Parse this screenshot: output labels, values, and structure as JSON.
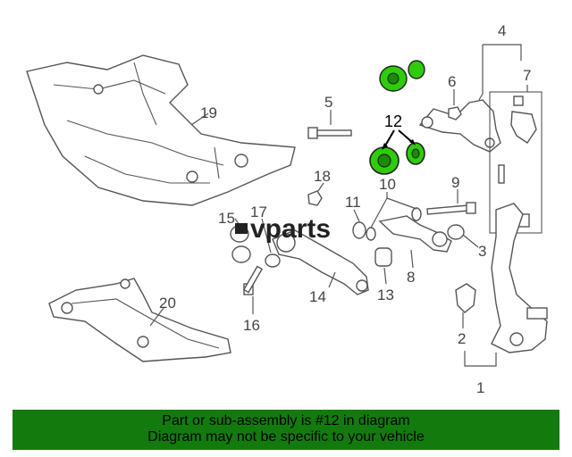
{
  "diagram": {
    "callouts": {
      "c1": "1",
      "c2": "2",
      "c3": "3",
      "c4": "4",
      "c5": "5",
      "c6": "6",
      "c7": "7",
      "c8": "8",
      "c9": "9",
      "c10": "10",
      "c11": "11",
      "c12": "12",
      "c13": "13",
      "c14": "14",
      "c15": "15",
      "c16": "16",
      "c17": "17",
      "c18": "18",
      "c19": "19",
      "c20": "20"
    },
    "watermark": "vparts"
  },
  "banner": {
    "line1": "Part or sub-assembly is #12 in diagram",
    "line2": "Diagram may not be specific to your vehicle"
  },
  "colors": {
    "banner_bg": "#137a0e",
    "highlight_part": "#2ecc0a"
  }
}
